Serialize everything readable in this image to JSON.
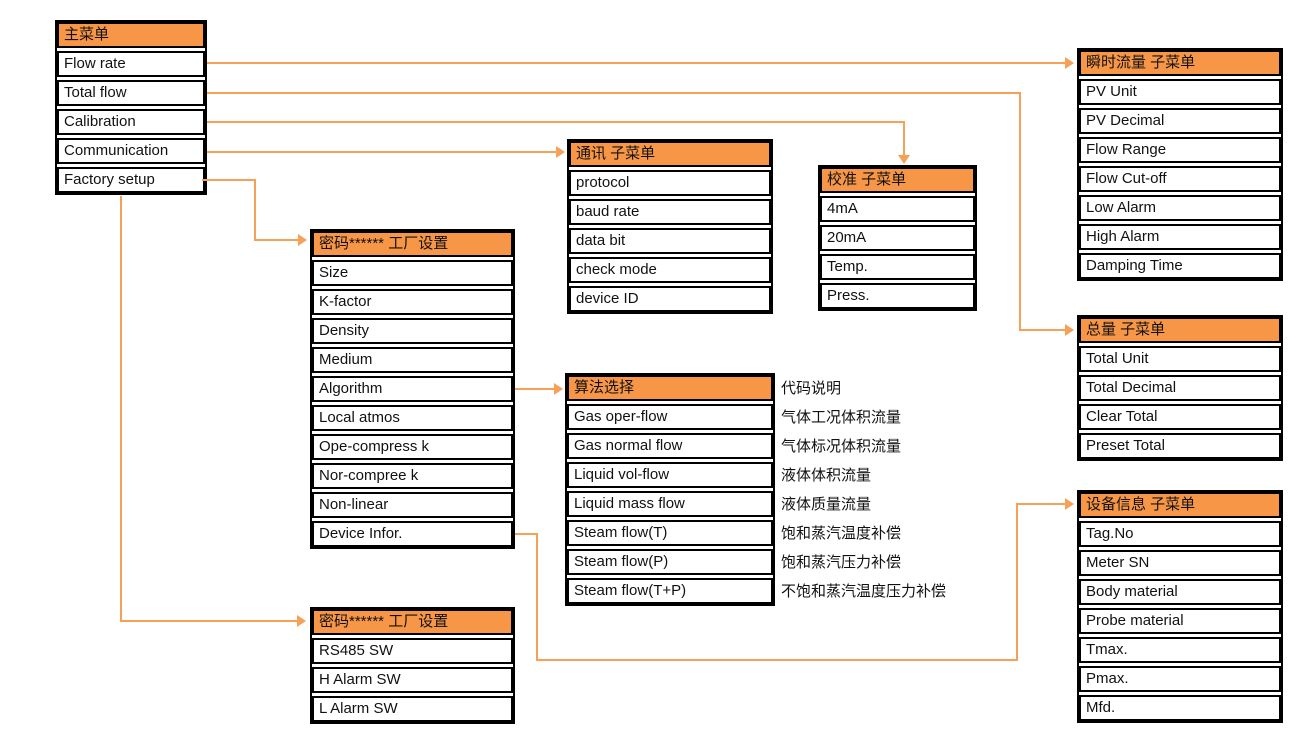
{
  "colors": {
    "header_bg": "#F79646",
    "connector": "#F6A058",
    "border": "#000000",
    "text": "#111111",
    "background": "#FFFFFF"
  },
  "boxes": [
    {
      "id": "main-menu",
      "header": "主菜单",
      "items": [
        "Flow rate",
        "Total flow",
        "Calibration",
        "Communication",
        "Factory setup"
      ]
    },
    {
      "id": "inst-flow",
      "header": "瞬时流量 子菜单",
      "items": [
        "PV Unit",
        "PV Decimal",
        "Flow Range",
        "Flow Cut-off",
        "Low Alarm",
        "High Alarm",
        "Damping Time"
      ]
    },
    {
      "id": "total-flow",
      "header": "总量 子菜单",
      "items": [
        "Total Unit",
        "Total Decimal",
        "Clear Total",
        "Preset Total"
      ]
    },
    {
      "id": "calibration",
      "header": "校准 子菜单",
      "items": [
        "4mA",
        "20mA",
        "Temp.",
        "Press."
      ]
    },
    {
      "id": "communication",
      "header": "通讯 子菜单",
      "items": [
        "protocol",
        "baud rate",
        "data bit",
        "check mode",
        "device ID"
      ]
    },
    {
      "id": "factory-setup",
      "header": "密码****** 工厂设置",
      "items": [
        "Size",
        "K-factor",
        "Density",
        "Medium",
        "Algorithm",
        "Local atmos",
        "Ope-compress k",
        "Nor-compree k",
        "Non-linear",
        "Device Infor."
      ]
    },
    {
      "id": "algorithm",
      "header": "算法选择",
      "items": [
        "Gas oper-flow",
        "Gas normal flow",
        "Liquid vol-flow",
        "Liquid mass flow",
        "Steam flow(T)",
        "Steam flow(P)",
        "Steam flow(T+P)"
      ]
    },
    {
      "id": "factory-setup-2",
      "header": "密码****** 工厂设置",
      "items": [
        "RS485 SW",
        "H Alarm SW",
        "L Alarm SW"
      ]
    },
    {
      "id": "device-info",
      "header": "设备信息 子菜单",
      "items": [
        "Tag.No",
        "Meter SN",
        "Body material",
        "Probe material",
        "Tmax.",
        "Pmax.",
        "Mfd."
      ]
    }
  ],
  "algo_descriptions": {
    "header": "代码说明",
    "items": [
      "气体工况体积流量",
      "气体标况体积流量",
      "液体体积流量",
      "液体质量流量",
      "饱和蒸汽温度补偿",
      "饱和蒸汽压力补偿",
      "不饱和蒸汽温度压力补偿"
    ]
  }
}
